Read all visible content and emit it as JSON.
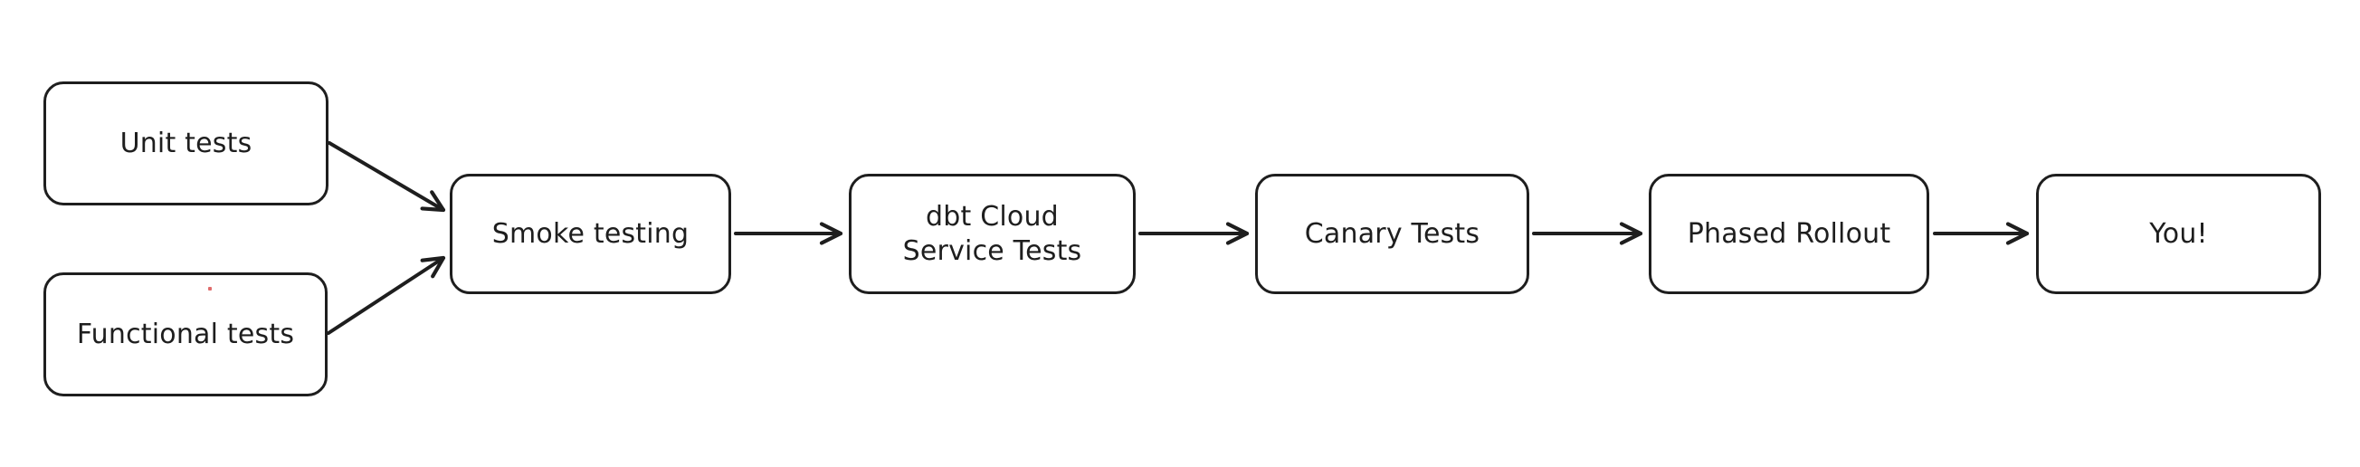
{
  "canvas": {
    "background_color": "#ffffff",
    "stroke_color": "#1e1e1e",
    "text_color": "#1e1e1e",
    "stray_mark_color": "#e06c6c"
  },
  "diagram": {
    "type": "flowchart",
    "direction": "left-to-right",
    "nodes": [
      {
        "id": "unit-tests",
        "label": "Unit tests"
      },
      {
        "id": "functional-tests",
        "label": "Functional tests"
      },
      {
        "id": "smoke-testing",
        "label": "Smoke testing"
      },
      {
        "id": "dbt-cloud-service-tests",
        "label": "dbt Cloud\nService Tests"
      },
      {
        "id": "canary-tests",
        "label": "Canary Tests"
      },
      {
        "id": "phased-rollout",
        "label": "Phased Rollout"
      },
      {
        "id": "you",
        "label": "You!"
      }
    ],
    "edges": [
      {
        "from": "unit-tests",
        "to": "smoke-testing"
      },
      {
        "from": "functional-tests",
        "to": "smoke-testing"
      },
      {
        "from": "smoke-testing",
        "to": "dbt-cloud-service-tests"
      },
      {
        "from": "dbt-cloud-service-tests",
        "to": "canary-tests"
      },
      {
        "from": "canary-tests",
        "to": "phased-rollout"
      },
      {
        "from": "phased-rollout",
        "to": "you"
      }
    ]
  }
}
